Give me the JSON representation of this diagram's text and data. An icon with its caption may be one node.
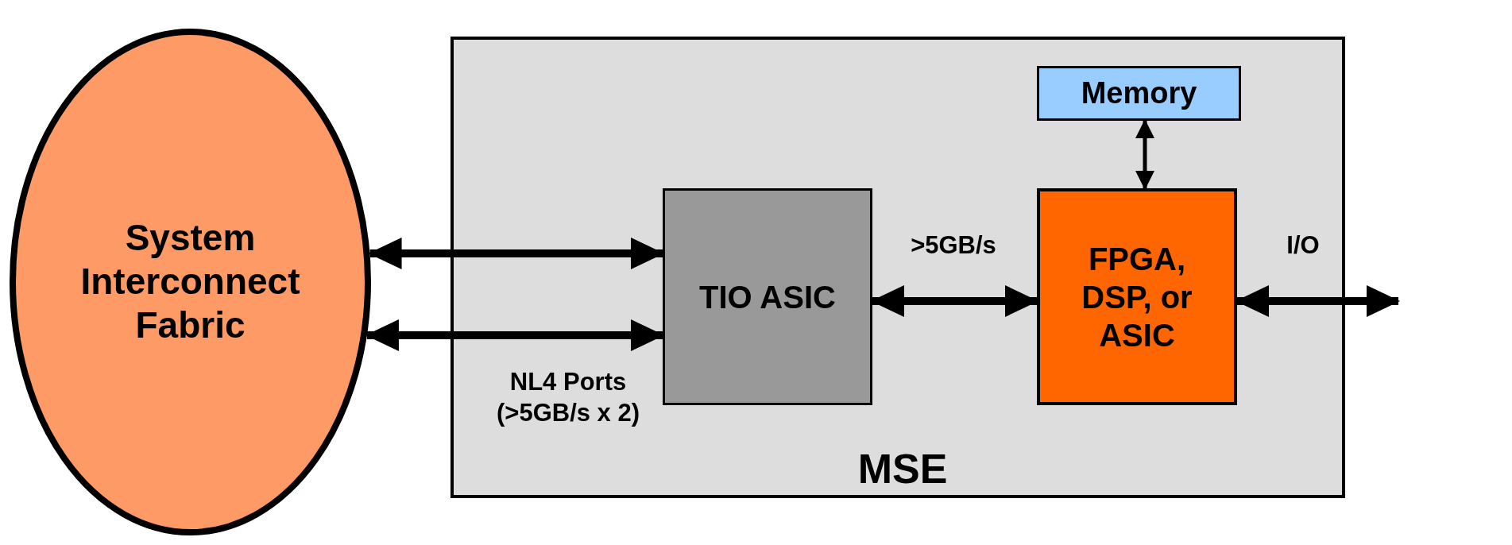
{
  "diagram": {
    "nodes": [
      {
        "text": [
          "System Interconnect Fabric"
        ]
      },
      {
        "text": [
          "MSE"
        ]
      },
      {
        "text": [
          "Memory"
        ],
        "in": 1
      },
      {
        "text": [
          "TIO ASIC"
        ],
        "in": 1
      },
      {
        "text": [
          "FPGA, DSP, or ASIC"
        ],
        "in": 1
      }
    ],
    "edges": [
      {
        "from": 0,
        "to": 3,
        "arrow": "both"
      },
      {
        "from": 0,
        "to": 3,
        "arrow": "both",
        "label": "NL4 Ports (>5GB/s x 2)"
      },
      {
        "from": 3,
        "to": 4,
        "arrow": "both",
        "label": ">5GB/s"
      },
      {
        "from": 2,
        "to": 4,
        "arrow": "both"
      },
      {
        "from": 4,
        "to": null,
        "arrow": "both",
        "label": "I/O"
      }
    ]
  }
}
